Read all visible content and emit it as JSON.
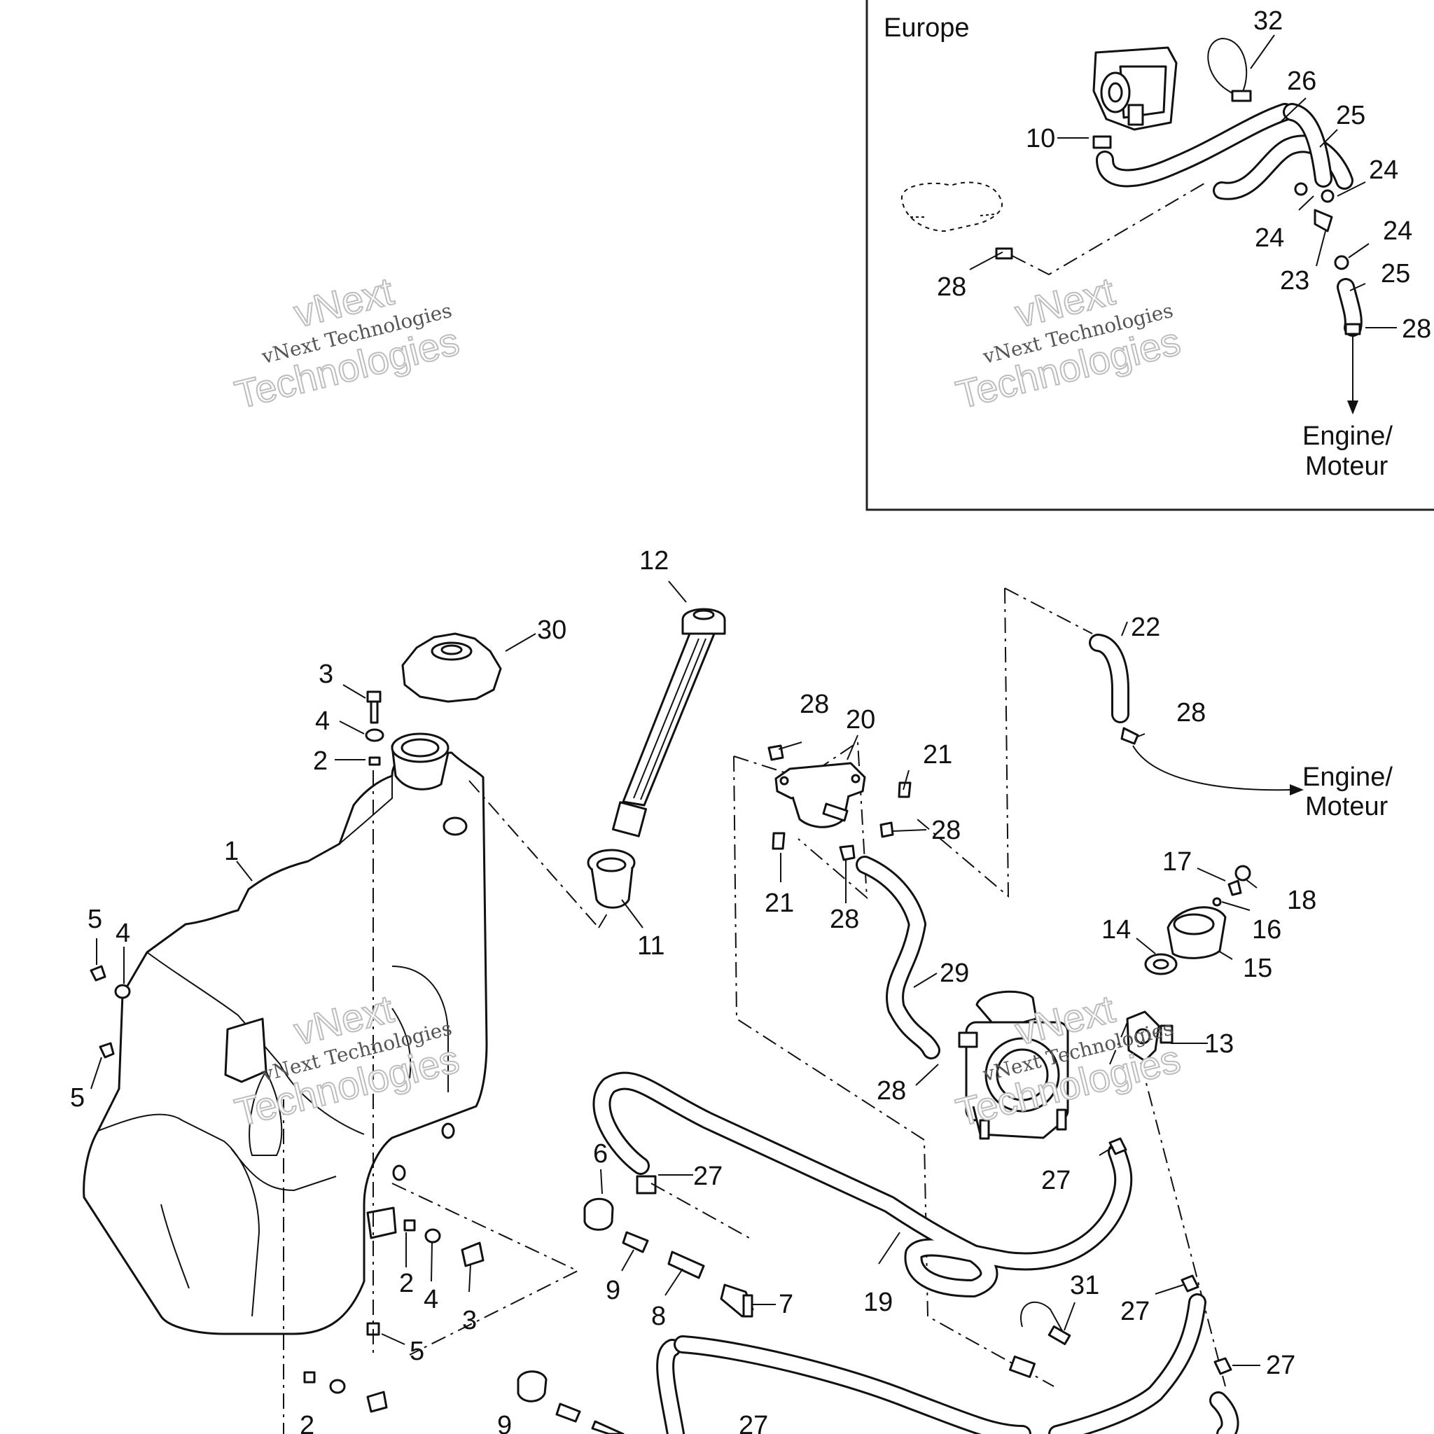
{
  "inset": {
    "region_label": "Europe",
    "engine_label_line1": "Engine/",
    "engine_label_line2": "Moteur"
  },
  "main": {
    "engine_label_line1": "Engine/",
    "engine_label_line2": "Moteur"
  },
  "watermark": {
    "brand": "vNext",
    "company": "Technologies",
    "full": "vNext Technologies"
  },
  "callouts": {
    "c32": "32",
    "c26": "26",
    "c25a": "25",
    "c10": "10",
    "c24a": "24",
    "c24b": "24",
    "c24c": "24",
    "c23": "23",
    "c25b": "25",
    "c28a": "28",
    "c28b": "28",
    "c12": "12",
    "c30": "30",
    "c3a": "3",
    "c4a": "4",
    "c2a": "2",
    "c1": "1",
    "c5a": "5",
    "c4b": "4",
    "c5b": "5",
    "c11": "11",
    "c28c": "28",
    "c20": "20",
    "c21a": "21",
    "c21b": "21",
    "c28d": "28",
    "c28e": "28",
    "c22": "22",
    "c28f": "28",
    "c29": "29",
    "c17": "17",
    "c18": "18",
    "c16": "16",
    "c14": "14",
    "c15": "15",
    "c13": "13",
    "c28g": "28",
    "c27a": "27",
    "c6": "6",
    "c27b": "27",
    "c9": "9",
    "c8": "8",
    "c7": "7",
    "c19": "19",
    "c2b": "2",
    "c4c": "4",
    "c3b": "3",
    "c5c": "5",
    "c31": "31",
    "c27c": "27",
    "c27d": "27",
    "c2c": "2",
    "c9b": "9",
    "c27e": "27"
  }
}
